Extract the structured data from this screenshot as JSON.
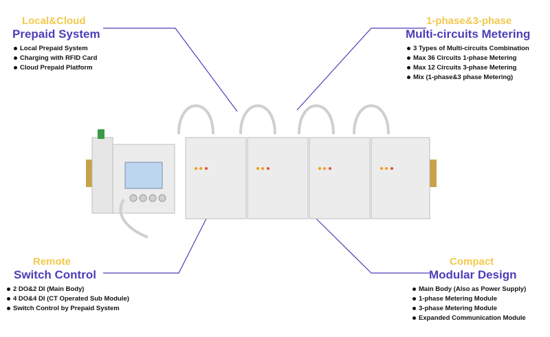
{
  "callouts": {
    "top_left": {
      "subtitle": "Local&Cloud",
      "title": "Prepaid System",
      "items": [
        "Local Prepaid System",
        "Charging with RFID Card",
        "Cloud Prepaid Platform"
      ]
    },
    "top_right": {
      "subtitle": "1-phase&3-phase",
      "title": "Multi-circuits Metering",
      "items": [
        "3 Types of Multi-circuits Combination",
        "Max 36 Circuits 1-phase Metering",
        "Max 12 Circuits 3-phase Metering",
        "Mix (1-phase&3 phase Metering)"
      ]
    },
    "bottom_left": {
      "subtitle": "Remote",
      "title": "Switch Control",
      "items": [
        "2 DO&2 DI (Main Body)",
        "4 DO&4 DI (CT Operated Sub Module)",
        "Switch Control by Prepaid System"
      ]
    },
    "bottom_right": {
      "subtitle": "Compact",
      "title": "Modular Design",
      "items": [
        "Main Body (Also as Power Supply)",
        "1-phase Metering Module",
        "3-phase Metering Module",
        "Expanded Communication Module"
      ]
    }
  },
  "colors": {
    "accent_yellow": "#f2c94c",
    "accent_purple": "#4a3fb8",
    "line": "#4a3fb8"
  }
}
